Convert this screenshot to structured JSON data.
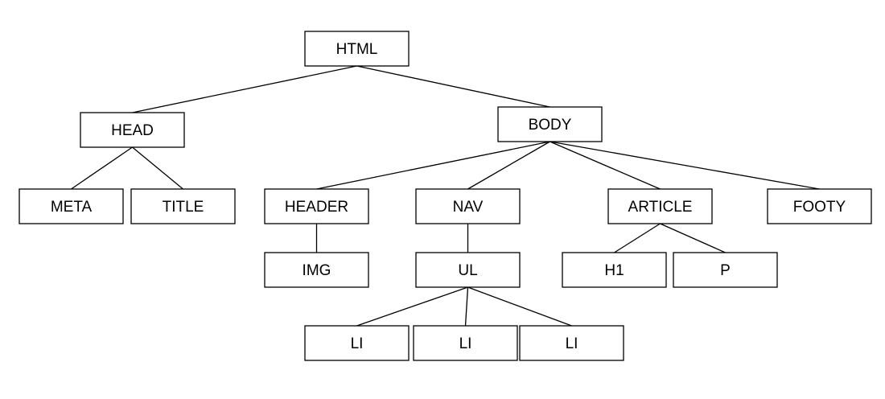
{
  "diagram": {
    "type": "tree",
    "nodes": [
      {
        "id": "html",
        "label": "HTML",
        "parent": null
      },
      {
        "id": "head",
        "label": "HEAD",
        "parent": "html"
      },
      {
        "id": "body",
        "label": "BODY",
        "parent": "html"
      },
      {
        "id": "meta",
        "label": "META",
        "parent": "head"
      },
      {
        "id": "title",
        "label": "TITLE",
        "parent": "head"
      },
      {
        "id": "header",
        "label": "HEADER",
        "parent": "body"
      },
      {
        "id": "nav",
        "label": "NAV",
        "parent": "body"
      },
      {
        "id": "article",
        "label": "ARTICLE",
        "parent": "body"
      },
      {
        "id": "footy",
        "label": "FOOTY",
        "parent": "body"
      },
      {
        "id": "img",
        "label": "IMG",
        "parent": "header"
      },
      {
        "id": "ul",
        "label": "UL",
        "parent": "nav"
      },
      {
        "id": "h1",
        "label": "H1",
        "parent": "article"
      },
      {
        "id": "p",
        "label": "P",
        "parent": "article"
      },
      {
        "id": "li1",
        "label": "LI",
        "parent": "ul"
      },
      {
        "id": "li2",
        "label": "LI",
        "parent": "ul"
      },
      {
        "id": "li3",
        "label": "LI",
        "parent": "ul"
      }
    ]
  }
}
